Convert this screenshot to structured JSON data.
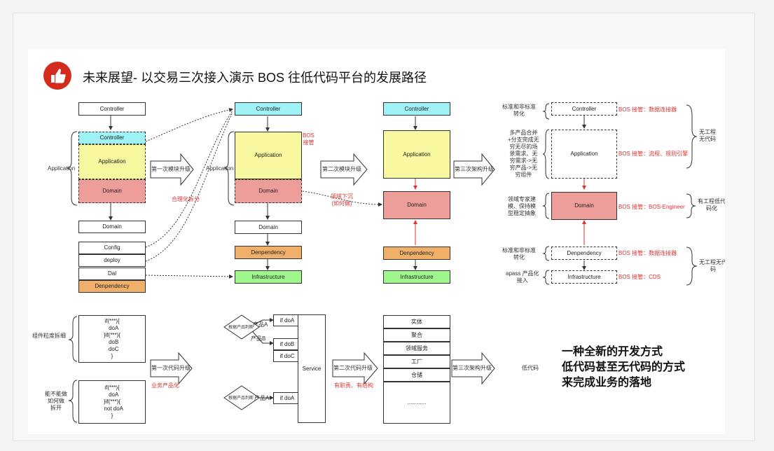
{
  "title": "未来展望- 以交易三次接入演示 BOS 往低代码平台的发展路径",
  "col1": {
    "controller_top": "Controller",
    "controller": "Controller",
    "application": "Application",
    "domain_dashed": "Domain",
    "domain": "Domain",
    "config": "Config",
    "deploy": "deploy",
    "dal": "Dal",
    "denpendency": "Denpendency",
    "application_brace_label": "Application",
    "split_note": "合理化拆分"
  },
  "col2": {
    "controller": "Controller",
    "application": "Application",
    "domain_dashed": "Domain",
    "domain": "Domain",
    "denpendency": "Denpendency",
    "infrastructure": "Infrastructure",
    "application_brace_label": "Application",
    "bos_note": "BOS\n接管",
    "sink_note": "领域下沉\n(如何做)"
  },
  "col3": {
    "controller": "Controller",
    "application": "Application",
    "domain": "Domain",
    "denpendency": "Denpendency",
    "infrastructure": "Infrastructure"
  },
  "col4": {
    "controller": "Controller",
    "application": "Application",
    "domain": "Domain",
    "denpendency": "Denpendency",
    "infrastructure": "Infrastructure",
    "left_notes": [
      "标准和非标准\n转化",
      "多产品合并\n+分支完成无\n穷无尽的场\n景需求、无\n穷需求->无\n穷产品->无\n穷组件",
      "领域专家建\n模、保持模\n型稳定抽象",
      "标准和非标准\n转化",
      "apass 产品化\n接入"
    ],
    "bos_notes": [
      "BOS 接管：数据连接器",
      "BOS 接管：流程、规则引擎",
      "BOS 接管：BOS-Engineer",
      "BOS 接管：数据连接器",
      "BOS 接管：CDS"
    ],
    "right_notes": [
      "无工程\n无代码",
      "有工程低代\n码化",
      "无工程无代\n码"
    ]
  },
  "arrows_top": [
    "第一次模块升级",
    "第二次模块升级",
    "第三次架构升级"
  ],
  "arrows_bottom": [
    "第一次代码升级",
    "第二次代码升级",
    "第三次架构升级"
  ],
  "bottom": {
    "code1": "if(***){\n  doA\n}if(***){\n  doB\n  doC\n}",
    "code2": "if(***){\n  doA\n}if(***){\n  not doA\n}",
    "label1": "组件粒度拆细",
    "label2": "能不能做\n如何做\n拆开",
    "note_product": "业务产品化",
    "decision1": "根据产品判断",
    "decision2": "根据产品判断",
    "productA": "产品A",
    "productB": "产品B",
    "productA2": "产品A",
    "ifdoA": "if doA",
    "ifdoB": "if doB",
    "ifdoC": "if doC",
    "ifdoA2": "if doA",
    "service": "Service",
    "note_struct": "有职责、有结构",
    "layers": [
      "实体",
      "聚合",
      "领域服务",
      "工厂",
      "仓储",
      "............"
    ],
    "lowcode": "低代码"
  },
  "big_text": "一种全新的开发方式\n低代码甚至无代码的方式\n来完成业务的落地",
  "colors": {
    "cyan": "#9ff2f6",
    "yellow": "#f8f8a0",
    "pink": "#ee9e9a",
    "orange": "#f0b06a",
    "green": "#9ef78c",
    "red": "#e03333"
  },
  "icons": [
    "thumbs-up-icon"
  ]
}
